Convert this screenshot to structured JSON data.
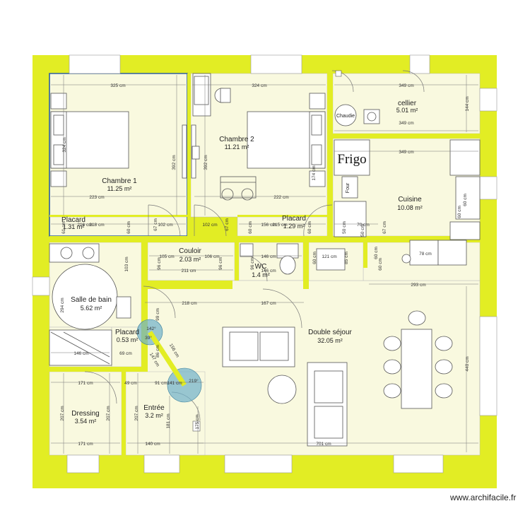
{
  "colors": {
    "wall": "#e2ed24",
    "floor": "#f9f9df",
    "line": "#555555",
    "dim": "#777777",
    "highlight": "#2f5f9e"
  },
  "rooms": {
    "chambre1": {
      "name": "Chambre 1",
      "area": "11.25 m²"
    },
    "chambre2": {
      "name": "Chambre 2",
      "area": "11.21 m²"
    },
    "cellier": {
      "name": "cellier",
      "area": "5.01 m²"
    },
    "cuisine": {
      "name": "Cuisine",
      "area": "10.08 m²"
    },
    "placard1": {
      "name": "Placard",
      "area": "1.31 m²"
    },
    "placard2": {
      "name": "Placard",
      "area": "1.29 m²"
    },
    "couloir": {
      "name": "Couloir",
      "area": "2.03 m²"
    },
    "wc": {
      "name": "WC",
      "area": "1.4 m²"
    },
    "sdb": {
      "name": "Salle de bain",
      "area": "5.62 m²"
    },
    "placard3": {
      "name": "Placard",
      "area": "0.53 m²"
    },
    "sejour": {
      "name": "Double séjour",
      "area": "32.05 m²"
    },
    "dressing": {
      "name": "Dressing",
      "area": "3.54 m²"
    },
    "entree": {
      "name": "Entrée",
      "area": "3.2 m²"
    }
  },
  "dimensions": {
    "d325": "325 cm",
    "d324": "324 cm",
    "d349a": "349 cm",
    "d144": "144 cm",
    "d349b": "349 cm",
    "d349c": "349 cm",
    "d324v": "324 cm",
    "d392a": "392 cm",
    "d392b": "392 cm",
    "d223": "223 cm",
    "d222": "222 cm",
    "d174": "174 cm",
    "d216a": "216 cm",
    "d218a": "218 cm",
    "d60a": "60 cm",
    "d67a": "67 cm",
    "d102a": "102 cm",
    "d102b": "102 cm",
    "d67b": "67 cm",
    "d60b": "60 cm",
    "d156": "156 cm",
    "d215": "215 cm",
    "d60c": "60 cm",
    "d50": "50 cm",
    "d70": "70 cm",
    "d67c": "67 cm",
    "d61": "61 cm",
    "d105": "105 cm",
    "d106": "106 cm",
    "d211": "211 cm",
    "d96a": "96 cm",
    "d96b": "96 cm",
    "d96c": "96 cm",
    "d146a": "146 cm",
    "d146b": "146 cm",
    "d121": "121 cm",
    "d60d": "60 cm",
    "d85": "85 cm",
    "d60e": "60 cm",
    "d293": "293 cm",
    "d103": "103 cm",
    "d294": "294 cm",
    "d218b": "218 cm",
    "d167": "167 cm",
    "d99": "99 cm",
    "d86": "86 cm",
    "d146c": "146 cm",
    "d69": "69 cm",
    "d147": "147 cm",
    "d156b": "156 cm",
    "d171a": "171 cm",
    "d49": "49 cm",
    "d91": "91 cm",
    "d141": "141 cm",
    "d207a": "207 cm",
    "d207b": "207 cm",
    "d207c": "207 cm",
    "d181": "181 cm",
    "d175": "175 cm",
    "d171b": "171 cm",
    "d140": "140 cm",
    "d701": "701 cm",
    "d440": "440 cm",
    "d78": "78 cm",
    "d60f": "60 cm",
    "d60g": "60 cm",
    "d50b": "50 cm",
    "d60h": "60 cm"
  },
  "angles": {
    "a142": "142°",
    "a39": "39°",
    "a219": "219°"
  },
  "fixtures": {
    "frigo": "Frigo",
    "four": "Four",
    "chaudiere": "Chaudie"
  },
  "footer": {
    "watermark": "www.archifacile.fr"
  }
}
